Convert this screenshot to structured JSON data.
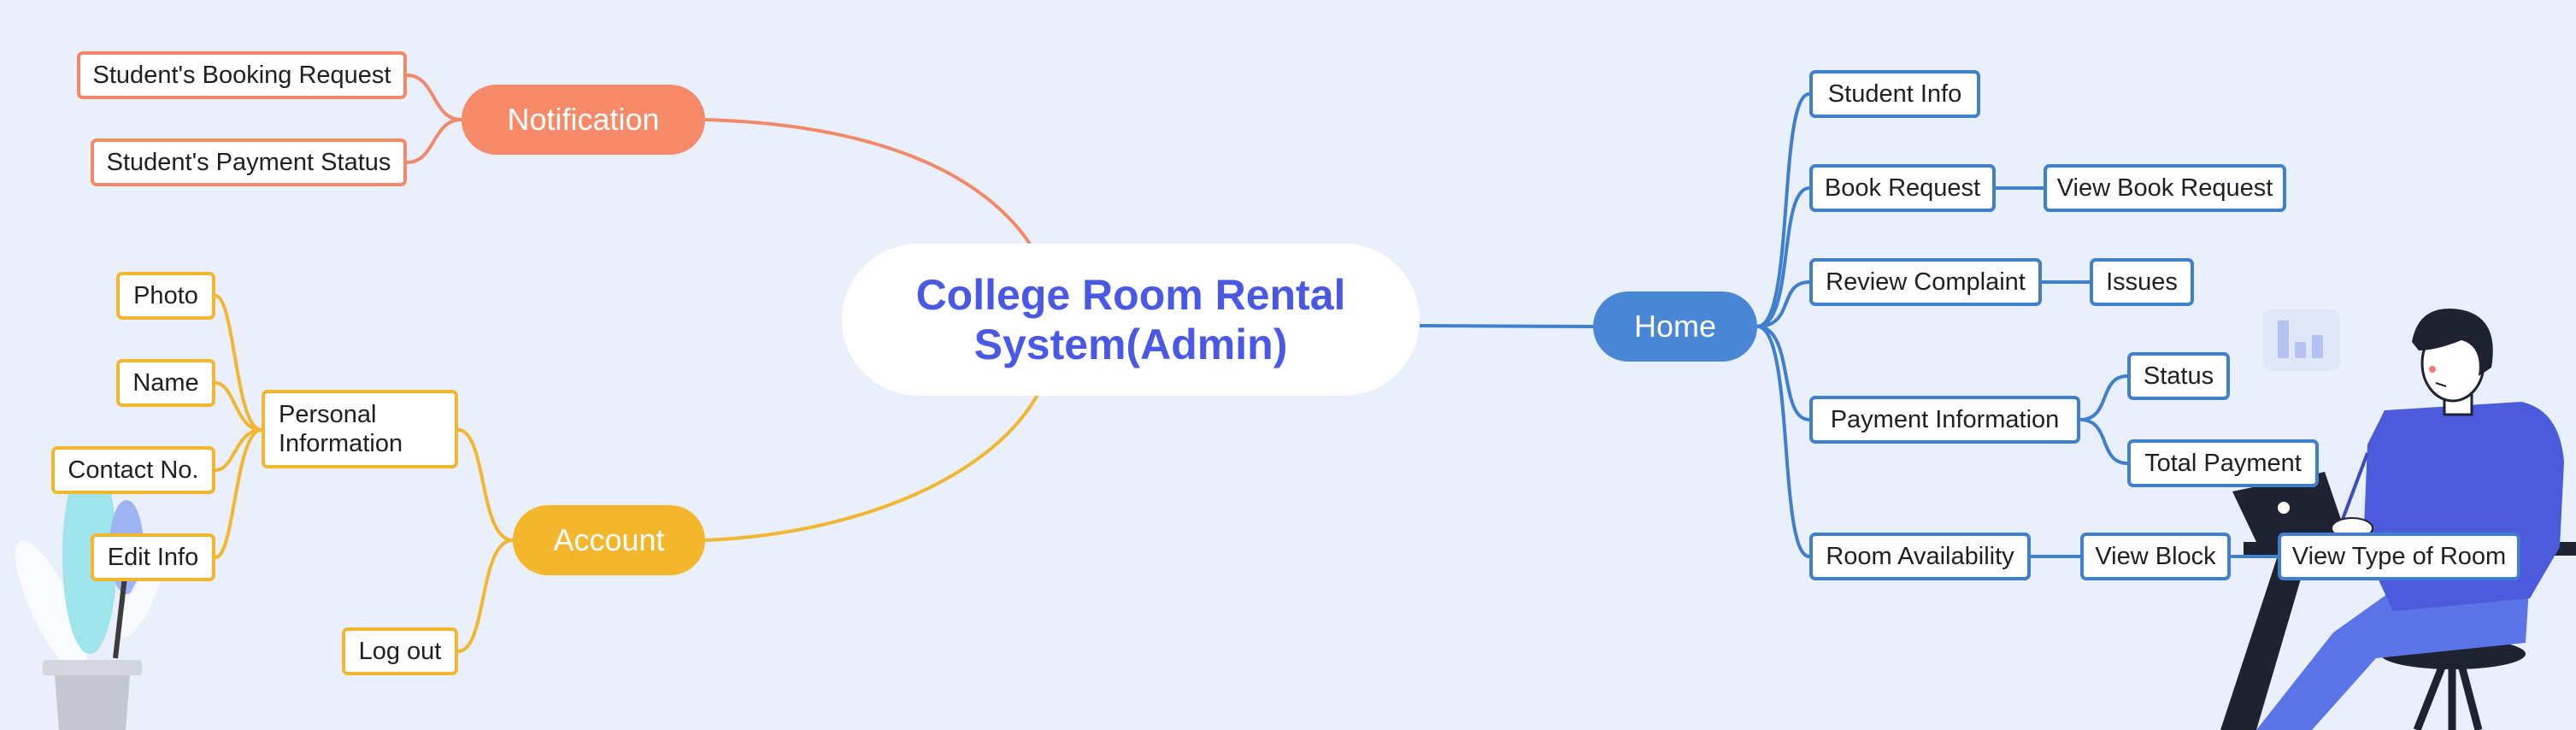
{
  "root": {
    "line1": "College Room Rental",
    "line2": "System(Admin)"
  },
  "branches": {
    "notification": {
      "label": "Notification",
      "children": [
        "Student's Booking Request",
        "Student's Payment Status"
      ]
    },
    "account": {
      "label": "Account",
      "personal": {
        "line1": "Personal",
        "line2": "Information",
        "children": [
          "Photo",
          "Name",
          "Contact No.",
          "Edit Info"
        ]
      },
      "logout": "Log out"
    },
    "home": {
      "label": "Home",
      "children": [
        {
          "label": "Student Info"
        },
        {
          "label": "Book Request",
          "sub": [
            "View Book Request"
          ]
        },
        {
          "label": "Review Complaint",
          "sub": [
            "Issues"
          ]
        },
        {
          "label": "Payment Information",
          "sub": [
            "Status",
            "Total Payment"
          ]
        },
        {
          "label": "Room Availability",
          "sub": [
            "View Block"
          ],
          "subsub": [
            "View Type of Room"
          ]
        }
      ]
    }
  },
  "colors": {
    "notification": "#f78a68",
    "account": "#f3b62c",
    "home": "#4a86d6",
    "root_text": "#4a58e6",
    "background": "#e9effb"
  }
}
